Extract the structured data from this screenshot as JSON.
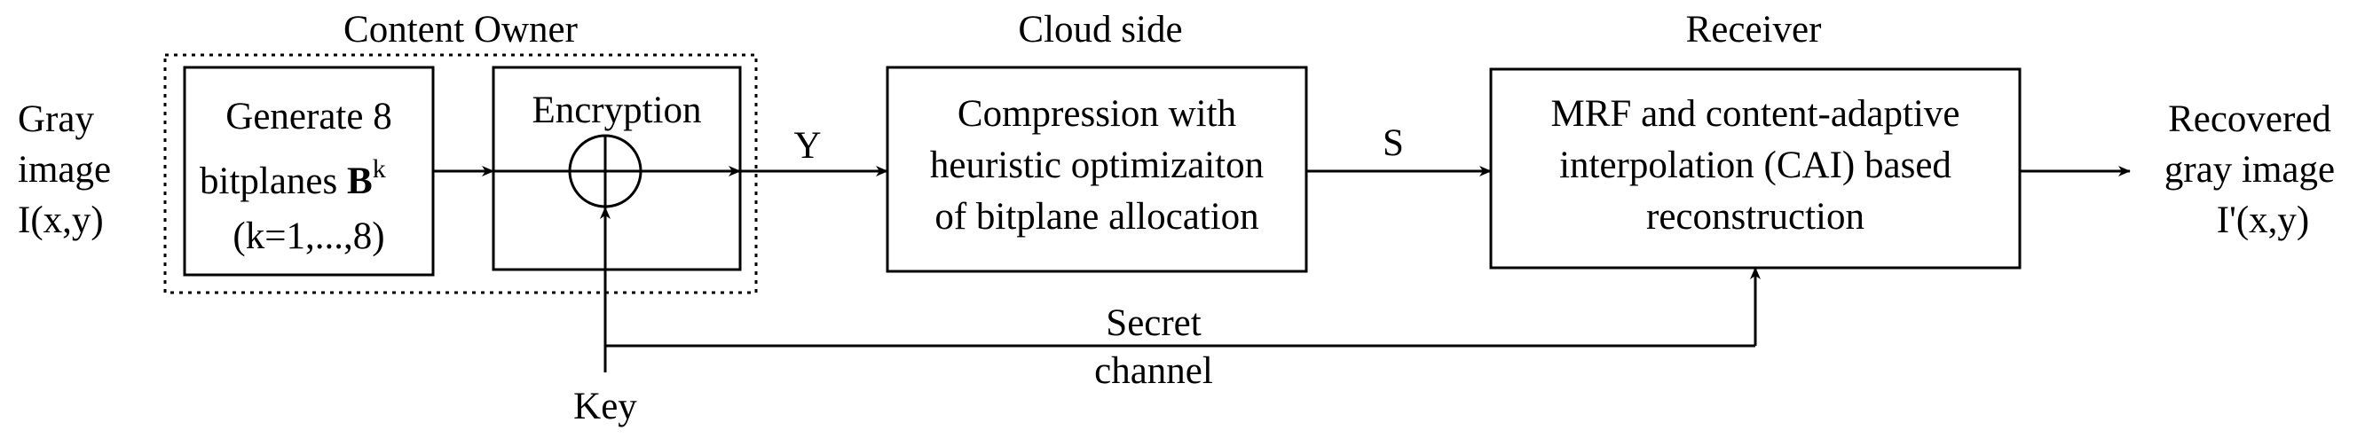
{
  "input": {
    "line1": "Gray",
    "line2": "image",
    "line3": "I(x,y)"
  },
  "content_owner": {
    "title": "Content Owner",
    "generate_box": {
      "line1": "Generate 8",
      "line2_text": "bitplanes ",
      "line2_bold": "B",
      "line2_sup": "k",
      "line3": "(k=1,...,8)"
    },
    "encryption_box": {
      "label": "Encryption"
    }
  },
  "cloud": {
    "title": "Cloud side",
    "box": {
      "line1": "Compression with",
      "line2": "heuristic optimizaiton",
      "line3": "of bitplane allocation"
    }
  },
  "receiver": {
    "title": "Receiver",
    "box": {
      "line1": "MRF and content-adaptive",
      "line2": "interpolation (CAI) based",
      "line3": "reconstruction"
    }
  },
  "output": {
    "line1": "Recovered",
    "line2": "gray image",
    "line3": "I'(x,y)"
  },
  "signals": {
    "y": "Y",
    "s": "S",
    "key": "Key",
    "secret_line1": "Secret",
    "secret_line2": "channel"
  },
  "xor_symbol": "xor-circle-icon"
}
